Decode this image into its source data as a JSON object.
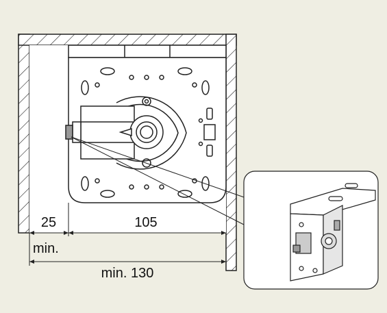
{
  "figure": {
    "background_color": "#efeee3",
    "line_color": "#222222",
    "wall_color": "#ffffff",
    "bracket_color": "#ffffff"
  },
  "dimensions": {
    "gap_value": "25",
    "gap_note": "min.",
    "plate_value": "105",
    "total_value": "min. 130"
  },
  "inset": {
    "description_icon": "bracket-3d-detail-icon"
  }
}
